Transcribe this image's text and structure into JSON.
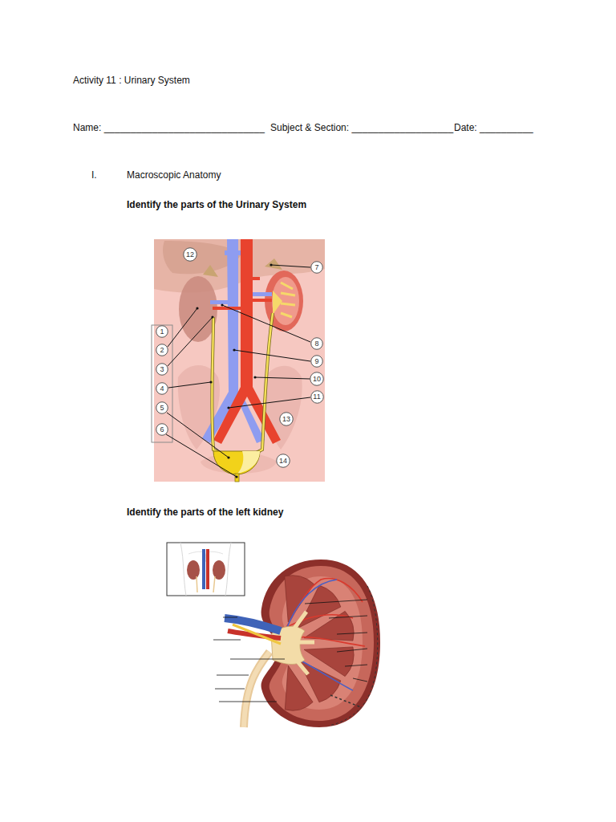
{
  "diagram": {
    "title": "Activity 11 : Urinary System",
    "nodes": [
      {
        "text": [
          "1"
        ]
      },
      {
        "text": [
          "2"
        ]
      },
      {
        "text": [
          "3"
        ]
      },
      {
        "text": [
          "4"
        ]
      },
      {
        "text": [
          "5"
        ]
      },
      {
        "text": [
          "6"
        ]
      },
      {
        "text": [
          "7"
        ]
      },
      {
        "text": [
          "8"
        ]
      },
      {
        "text": [
          "9"
        ]
      },
      {
        "text": [
          "10"
        ]
      },
      {
        "text": [
          "11"
        ]
      },
      {
        "text": [
          "12"
        ]
      },
      {
        "text": [
          "13"
        ]
      },
      {
        "text": [
          "14"
        ]
      }
    ],
    "labels": [
      "Name: ______________________________",
      "Subject & Section: ___________________",
      "Date: __________",
      "I.",
      "Macroscopic Anatomy",
      "Identify the parts of the Urinary System",
      "Identify the parts of the left kidney"
    ]
  }
}
